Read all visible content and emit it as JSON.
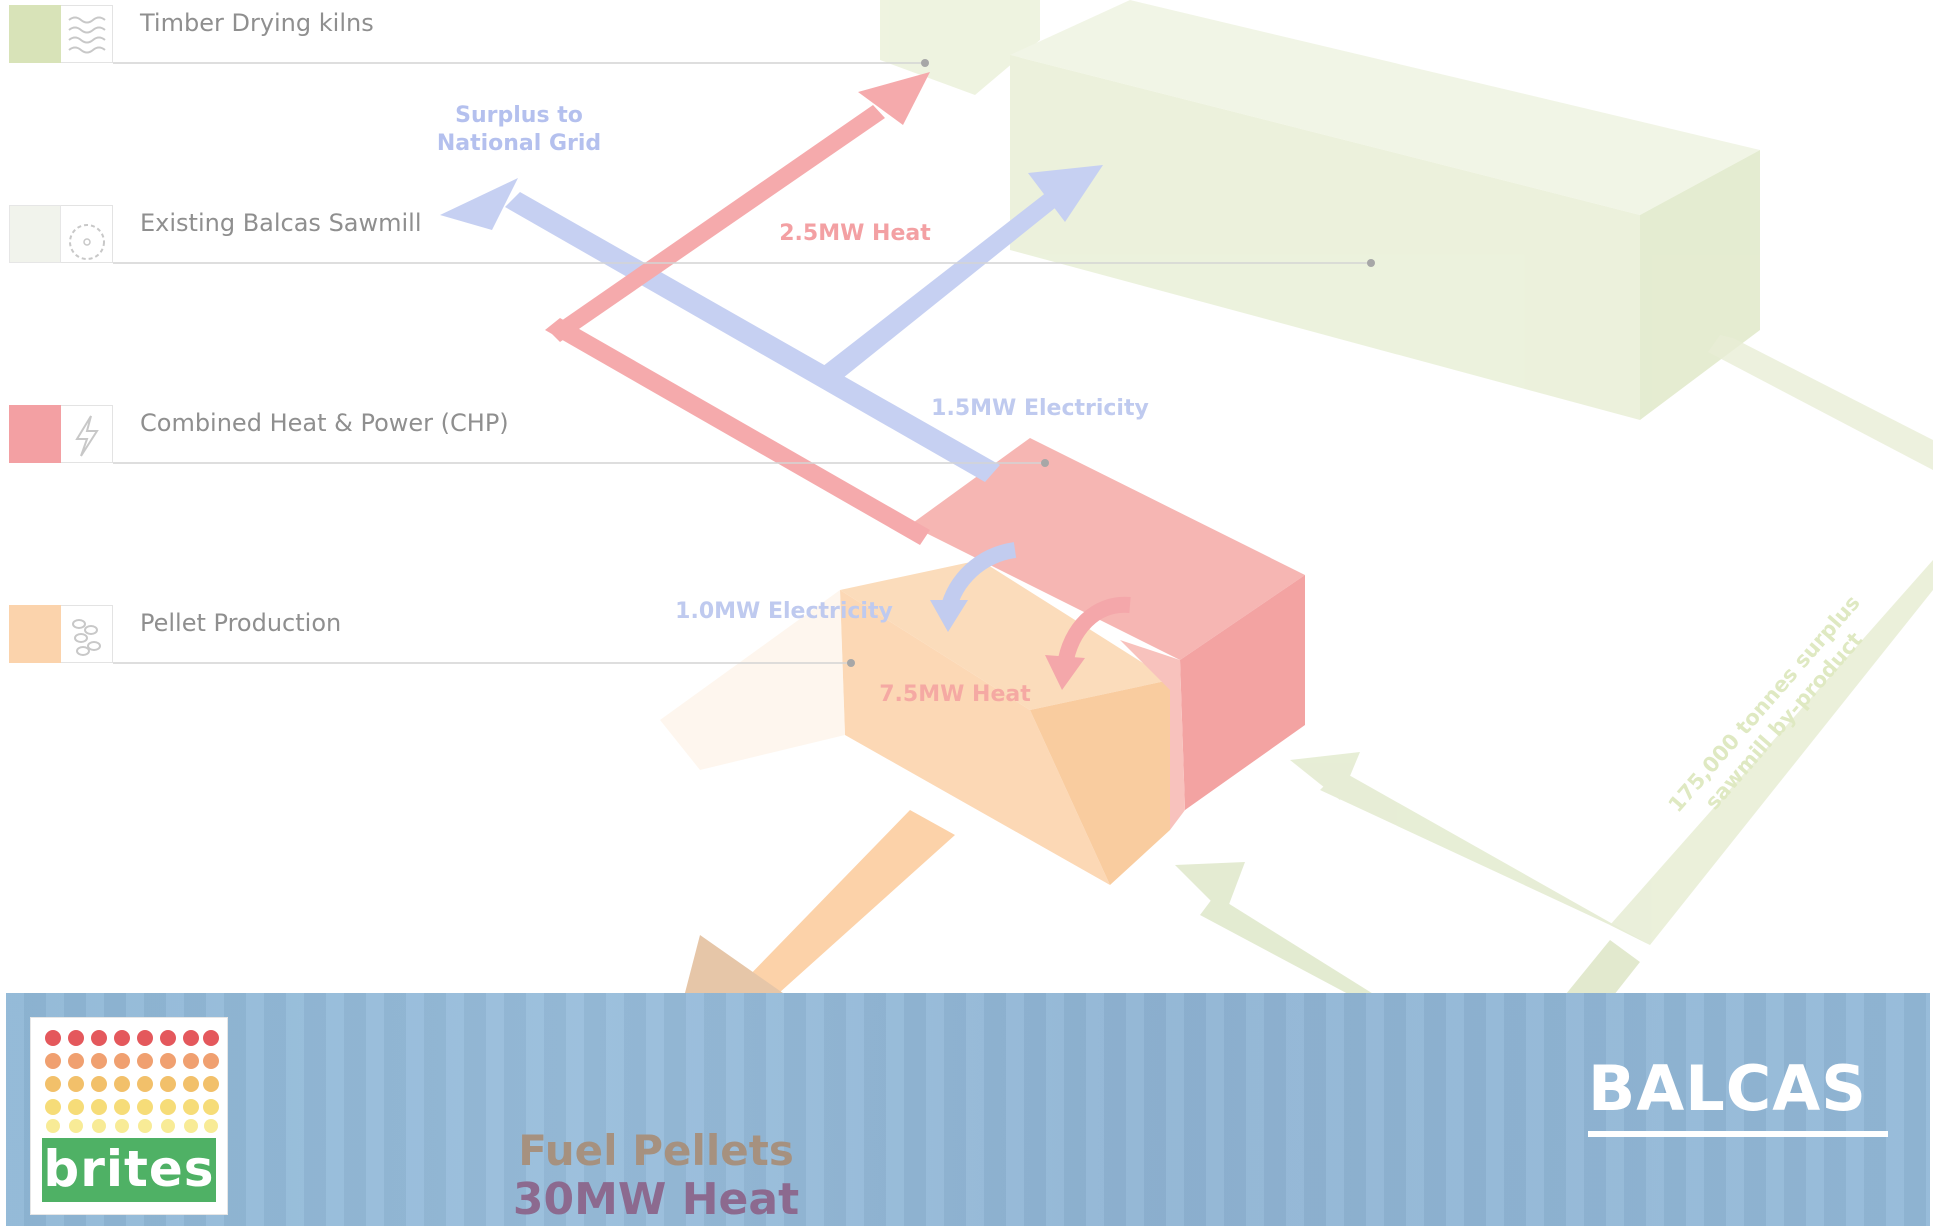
{
  "legend": {
    "items": [
      {
        "label": "Timber Drying kilns",
        "color": "#d8e3b8",
        "icon": "wavy-lines-icon"
      },
      {
        "label": "Existing Balcas Sawmill",
        "color": "#f1f3ec",
        "icon": "saw-blade-icon"
      },
      {
        "label": "Combined Heat & Power (CHP)",
        "color": "#f3a0a3",
        "icon": "lightning-bolt-icon"
      },
      {
        "label": "Pellet Production",
        "color": "#fbd3ac",
        "icon": "pellets-icon"
      }
    ]
  },
  "diagram": {
    "surplus_line1": "Surplus to",
    "surplus_line2": "National Grid",
    "heat_kilns": "2.5MW Heat",
    "electricity_grid": "1.5MW Electricity",
    "electricity_pellet": "1.0MW Electricity",
    "heat_pellet": "7.5MW Heat",
    "byproduct_line1": "175,000 tonnes surplus",
    "byproduct_line2": "sawmill by-product"
  },
  "colors": {
    "heat": "#f29a9c",
    "electricity": "#b9c6ef",
    "byproduct": "#dfe8c8",
    "pellet": "#fbd1a8",
    "footer": "#93b9d8"
  },
  "footer": {
    "fuel_label": "Fuel Pellets",
    "fuel_heat": "30MW Heat",
    "balcas_logo": "BALCAS",
    "brites_logo": "brites"
  }
}
